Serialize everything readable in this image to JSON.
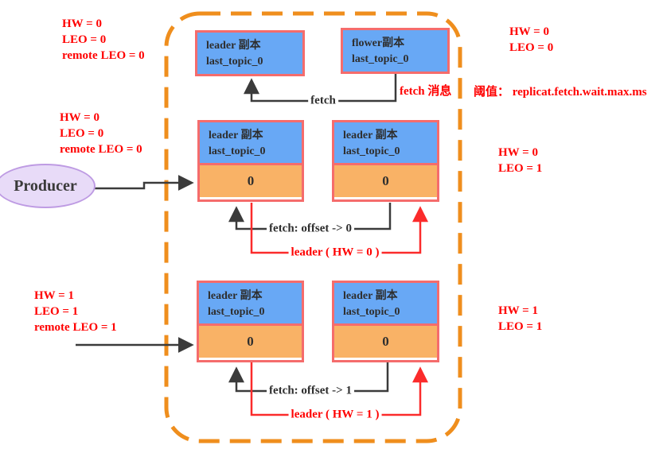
{
  "diagram": {
    "title_semantic": "Kafka leader/follower replica fetch and HW/LEO update diagram",
    "colors": {
      "replica_fill": "#68a8f5",
      "log_cell_fill": "#f9b266",
      "box_border": "#f56c6c",
      "cluster_dash_border": "#ef8e1d",
      "red_text": "#ff0000",
      "arrow_black": "#3b3b3b",
      "arrow_red": "#fb2b2b",
      "producer_fill": "#e8dbf8",
      "producer_border": "#be9be3"
    }
  },
  "producer": {
    "label": "Producer"
  },
  "boxes": {
    "r1_left": {
      "title": "leader 副本",
      "subtitle": "last_topic_0"
    },
    "r1_right": {
      "title": "flower副本",
      "subtitle": "last_topic_0"
    },
    "r2_left": {
      "title": "leader 副本",
      "subtitle": "last_topic_0",
      "value": "0"
    },
    "r2_right": {
      "title": "leader 副本",
      "subtitle": "last_topic_0",
      "value": "0"
    },
    "r3_left": {
      "title": "leader 副本",
      "subtitle": "last_topic_0",
      "value": "0"
    },
    "r3_right": {
      "title": "leader 副本",
      "subtitle": "last_topic_0",
      "value": "0"
    }
  },
  "edges": {
    "fetch_top": {
      "label": "fetch"
    },
    "fetch_mid": {
      "label": "fetch: offset -> 0"
    },
    "leader_mid": {
      "label": "leader ( HW = 0 )"
    },
    "fetch_bottom": {
      "label": "fetch: offset -> 1"
    },
    "leader_bottom": {
      "label": "leader ( HW = 1 )"
    }
  },
  "annotations": {
    "top_left": [
      "HW = 0",
      "LEO = 0",
      "remote LEO = 0"
    ],
    "mid_left": [
      "HW = 0",
      "LEO = 0",
      "remote LEO = 0"
    ],
    "bottom_left": [
      "HW = 1",
      "LEO = 1",
      "remote LEO = 1"
    ],
    "top_right": [
      "HW = 0",
      "LEO = 0"
    ],
    "mid_right": [
      "HW = 0",
      "LEO = 1"
    ],
    "bottom_right": [
      "HW = 1",
      "LEO = 1"
    ],
    "fetch_message": "fetch 消息",
    "threshold": "阈值：  replicat.fetch.wait.max.ms"
  }
}
